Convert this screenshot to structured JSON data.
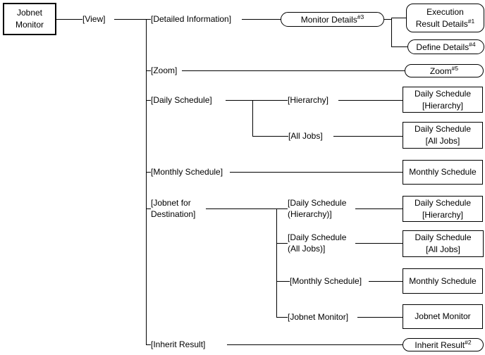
{
  "colors": {
    "background": "#ffffff",
    "line": "#000000",
    "text": "#000000"
  },
  "root": {
    "line1": "Jobnet",
    "line2": "Monitor"
  },
  "menu_labels": {
    "view": "[View]",
    "detailed_information": "[Detailed Information]",
    "zoom": "[Zoom]",
    "daily_schedule": "[Daily Schedule]",
    "hierarchy": "[Hierarchy]",
    "all_jobs": "[All Jobs]",
    "monthly_schedule": "[Monthly Schedule]",
    "jobnet_for_destination": {
      "line1": "[Jobnet for",
      "line2": "Destination]"
    },
    "dest_daily_schedule_hierarchy": {
      "line1": "[Daily Schedule",
      "line2": "(Hierarchy)]"
    },
    "dest_daily_schedule_all_jobs": {
      "line1": "[Daily Schedule",
      "line2": "(All Jobs)]"
    },
    "dest_monthly_schedule": "[Monthly Schedule]",
    "dest_jobnet_monitor": "[Jobnet Monitor]",
    "inherit_result": "[Inherit Result]"
  },
  "windows": {
    "monitor_details": {
      "text": "Monitor Details",
      "sup": "#3"
    },
    "execution_result_details": {
      "line1": "Execution",
      "line2": "Result Details",
      "sup": "#1"
    },
    "define_details": {
      "text": "Define Details",
      "sup": "#4"
    },
    "zoom": {
      "text": "Zoom",
      "sup": "#5"
    },
    "daily_schedule_hierarchy": {
      "line1": "Daily Schedule",
      "line2": "[Hierarchy]"
    },
    "daily_schedule_all_jobs": {
      "line1": "Daily Schedule",
      "line2": "[All Jobs]"
    },
    "monthly_schedule": "Monthly Schedule",
    "dest_daily_schedule_hierarchy": {
      "line1": "Daily Schedule",
      "line2": "[Hierarchy]"
    },
    "dest_daily_schedule_all_jobs": {
      "line1": "Daily Schedule",
      "line2": "[All Jobs]"
    },
    "dest_monthly_schedule": "Monthly Schedule",
    "dest_jobnet_monitor": "Jobnet Monitor",
    "inherit_result": {
      "text": "Inherit Result",
      "sup": "#2"
    }
  }
}
